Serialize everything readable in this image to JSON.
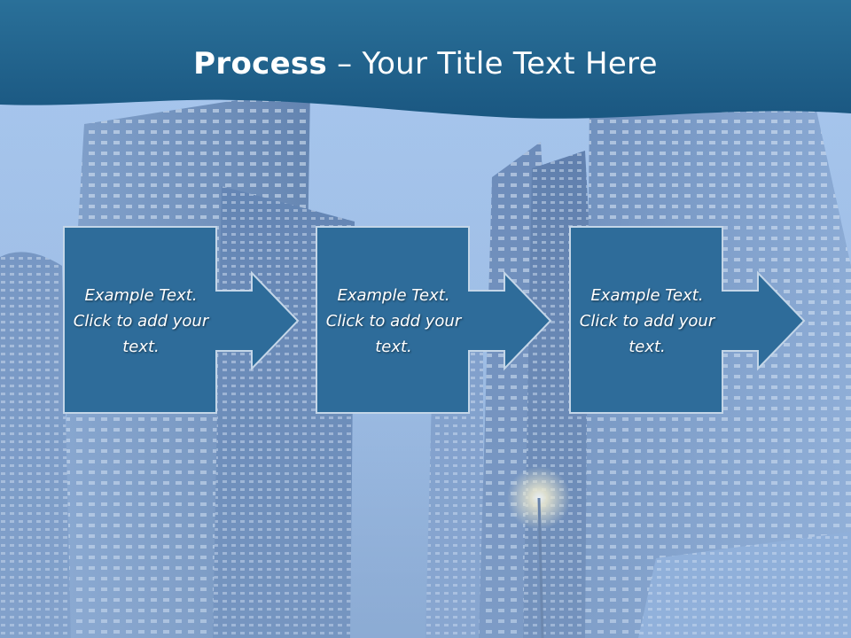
{
  "slide": {
    "title_strong": "Process",
    "title_rest": " – Your Title Text Here"
  },
  "colors": {
    "header": "#1f5f8b",
    "box_fill": "#2e6c9a",
    "box_border": "#c4d6e8",
    "sky": "#9ec0e8"
  },
  "steps": [
    {
      "text": "Example Text. Click  to add your text."
    },
    {
      "text": "Example Text. Click  to add your text."
    },
    {
      "text": "Example Text. Click  to add your text."
    }
  ]
}
